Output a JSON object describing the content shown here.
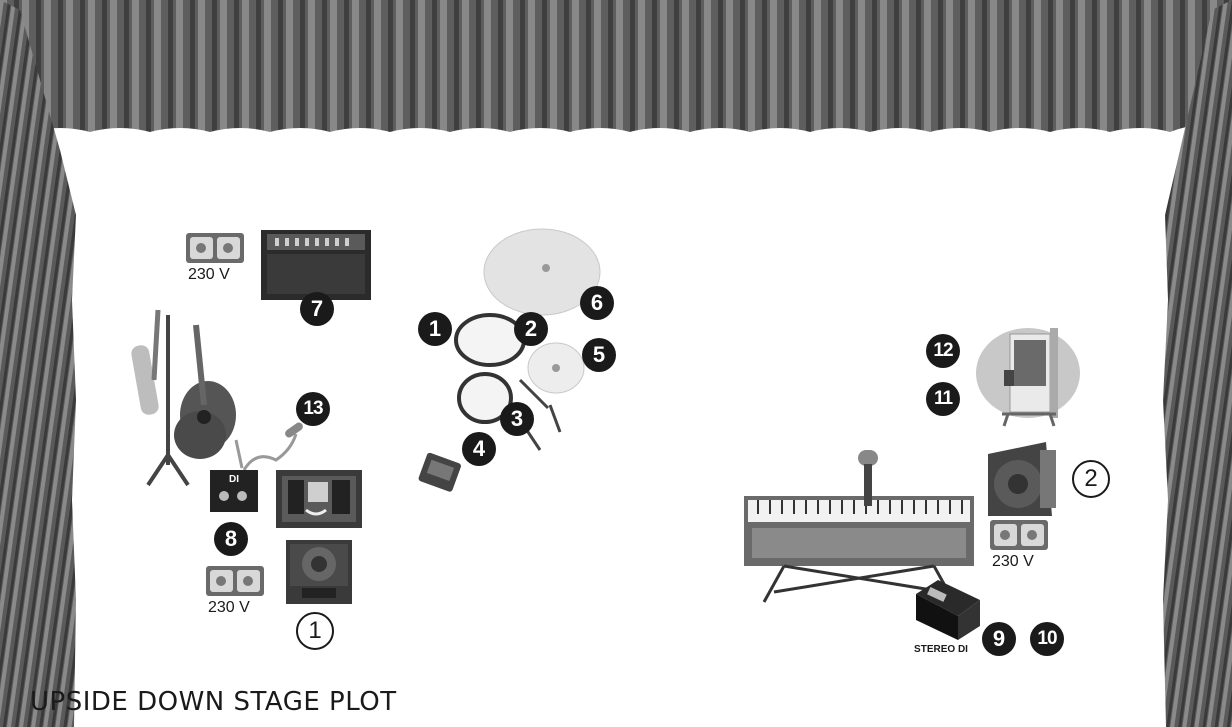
{
  "title": "UPSIDE DOWN STAGE PLOT",
  "colors": {
    "curtain": "#6b6b6b",
    "curtain_dark": "#3c3c3c",
    "stage": "#ffffff",
    "ink": "#1a1a1a"
  },
  "badges": {
    "b1_filled": "1",
    "b2_filled": "2",
    "b3": "3",
    "b4": "4",
    "b5": "5",
    "b6": "6",
    "b7": "7",
    "b8": "8",
    "b9": "9",
    "b10": "10",
    "b11": "11",
    "b12": "12",
    "b13": "13",
    "b1_outline": "1",
    "b2_outline": "2"
  },
  "labels": {
    "power_top_left": "230 V",
    "power_bottom_left": "230 V",
    "power_right": "230 V",
    "stereo_di": "STEREO DI",
    "di_box": "DI"
  },
  "icons": [
    "curtain-icon",
    "power-outlet-icon",
    "guitar-amp-icon",
    "guitar-stand-icon",
    "microphone-icon",
    "di-box-icon",
    "pedalboard-icon",
    "monitor-wedge-icon",
    "drum-kit-icon",
    "cymbal-icon",
    "kick-pedal-icon",
    "laptop-icon",
    "keyboard-icon",
    "stereo-di-icon"
  ]
}
